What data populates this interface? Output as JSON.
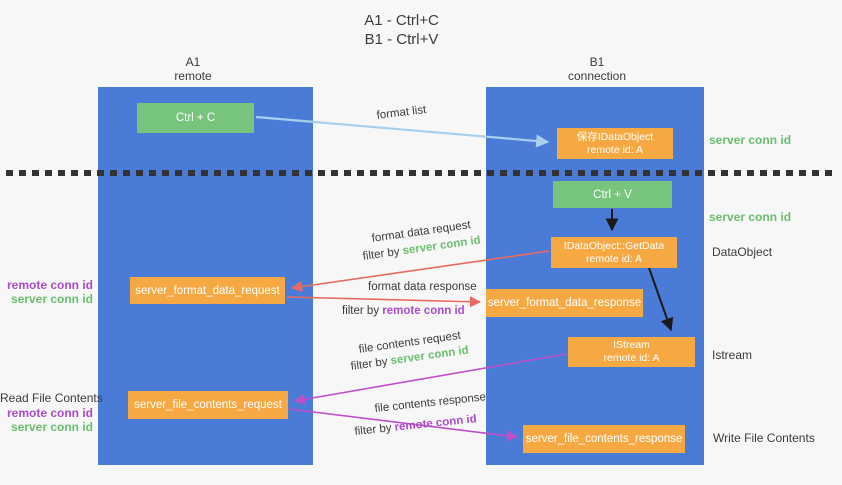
{
  "title": {
    "line1": "A1 - Ctrl+C",
    "line2": "B1 - Ctrl+V"
  },
  "lanes": [
    {
      "name": "A1",
      "role": "remote"
    },
    {
      "name": "B1",
      "role": "connection"
    }
  ],
  "nodes": {
    "ctrl_c": {
      "label": "Ctrl + C"
    },
    "save_idataobject": {
      "line1": "保存IDataObject",
      "line2": "remote id: A"
    },
    "ctrl_v": {
      "label": "Ctrl + V"
    },
    "getdata": {
      "line1": "IDataObject::GetData",
      "line2": "remote id: A"
    },
    "format_request": {
      "label": "server_format_data_request"
    },
    "format_response": {
      "label": "server_format_data_response"
    },
    "istream": {
      "line1": "IStream",
      "line2": "remote id: A"
    },
    "file_request": {
      "label": "server_file_contents_request"
    },
    "file_response": {
      "label": "server_file_contents_response"
    }
  },
  "edge_labels": {
    "format_list": "format list",
    "format_data_request": "format data request",
    "format_data_response": "format data response",
    "file_contents_request": "file contents request",
    "file_contents_response": "file contents response",
    "filter_by": "filter by ",
    "server_conn_id": "server conn id",
    "remote_conn_id": "remote conn id"
  },
  "side_labels": {
    "right_server_conn_id_1": "server conn id",
    "right_server_conn_id_2": "server conn id",
    "data_object": "DataObject",
    "istream": "Istream",
    "write_file_contents": "Write File Contents",
    "read_file_contents": "Read File Contents",
    "left_remote_conn_id_1": "remote conn id",
    "left_server_conn_id_1": "server conn id",
    "left_remote_conn_id_2": "remote conn id",
    "left_server_conn_id_2": "server conn id"
  },
  "colors": {
    "background": "#F7F7F7",
    "lane_blue": "#4A7CD7",
    "node_green": "#77C57D",
    "node_orange": "#F6A943",
    "arrow_light_blue": "#A9CFEE",
    "arrow_black": "#1A1A1A",
    "arrow_red": "#E96B60",
    "arrow_magenta": "#C04FC9",
    "text_green": "#6ABF6E",
    "text_purple": "#AB4BC9",
    "text_dark": "#3B3B3B"
  }
}
